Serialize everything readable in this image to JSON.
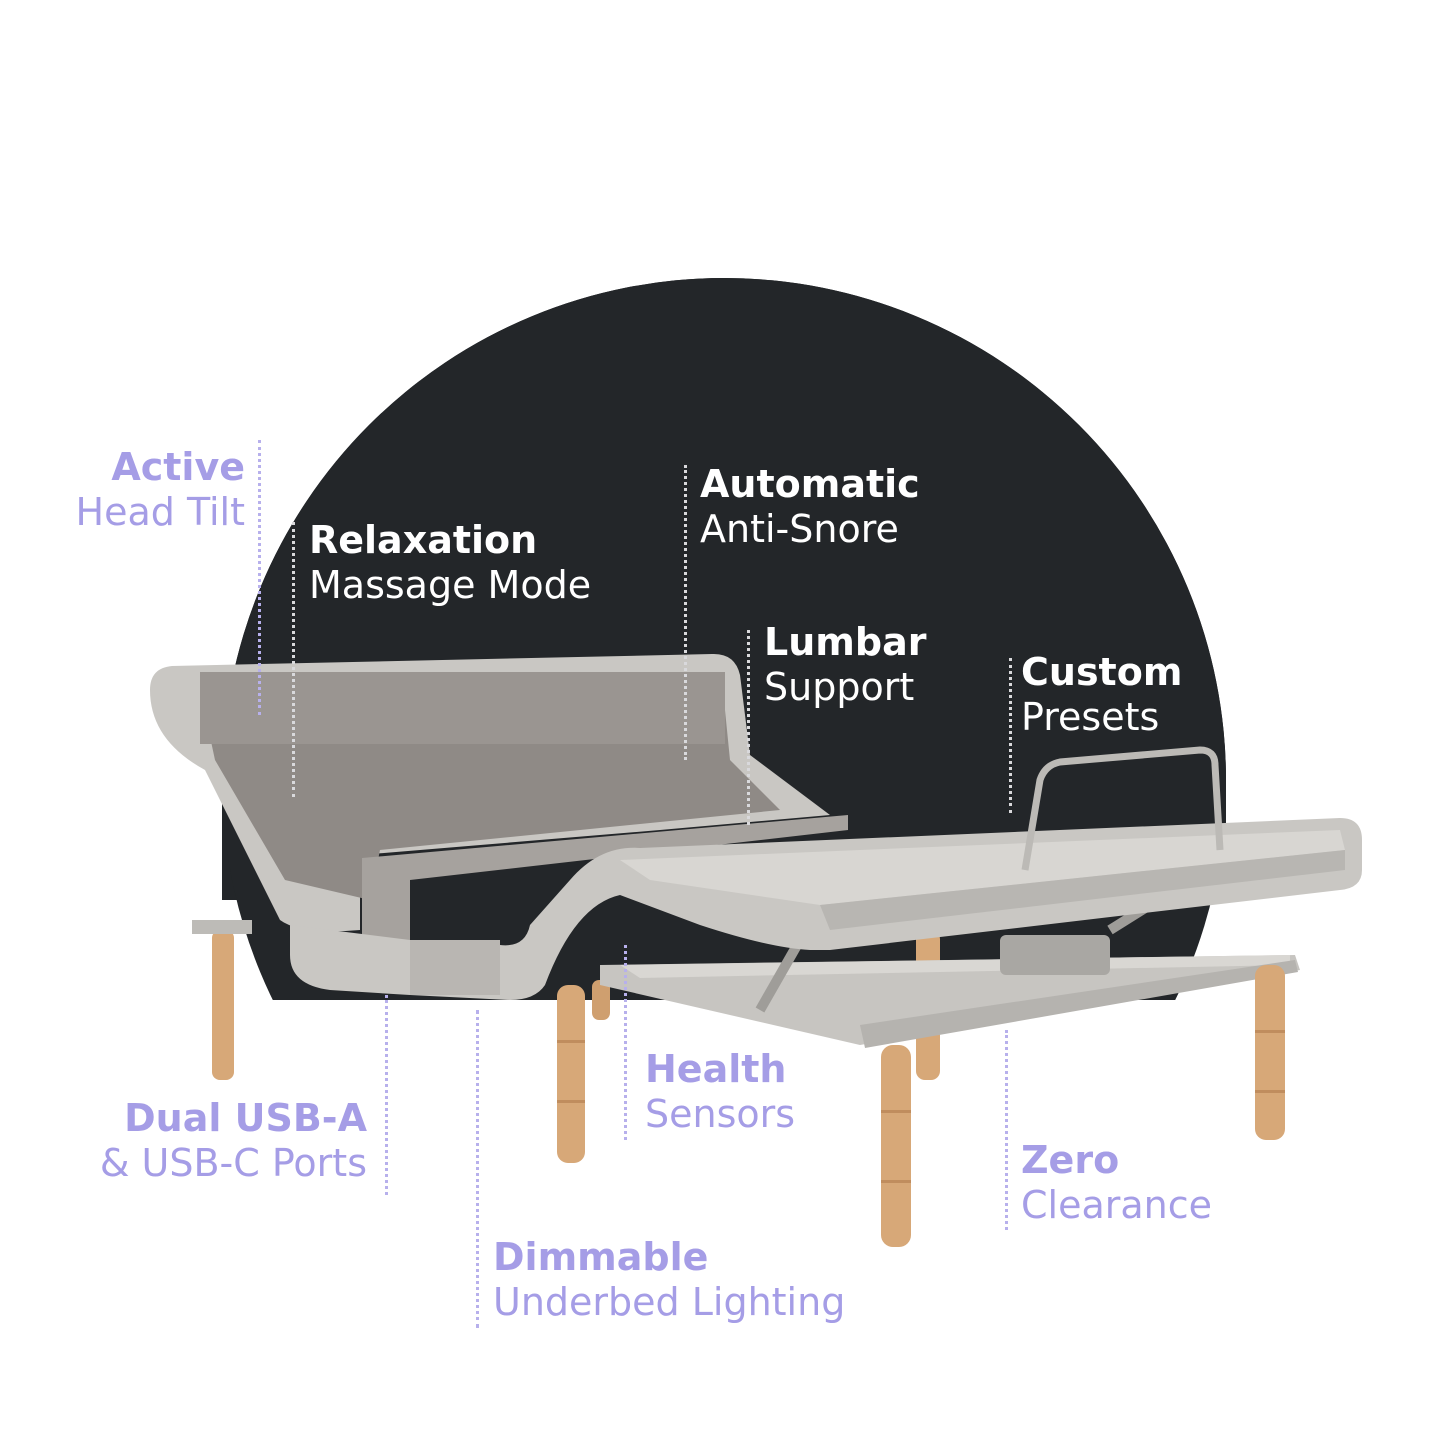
{
  "colors": {
    "background": "#ffffff",
    "circle": "#232629",
    "accent_purple": "#a59de6",
    "on_dark_text": "#ffffff",
    "fabric": "#c9c7c3",
    "fabric_dark": "#8f8a86",
    "frame_metal": "#bdbbb7",
    "wood_leg": "#d7a878"
  },
  "features": [
    {
      "title": "Active",
      "subtitle": "Head Tilt"
    },
    {
      "title": "Relaxation",
      "subtitle": "Massage Mode"
    },
    {
      "title": "Automatic",
      "subtitle": "Anti-Snore"
    },
    {
      "title": "Lumbar",
      "subtitle": "Support"
    },
    {
      "title": "Custom",
      "subtitle": "Presets"
    },
    {
      "title": "Health",
      "subtitle": "Sensors"
    },
    {
      "title": "Dual USB-A",
      "subtitle": "& USB-C Ports"
    },
    {
      "title": "Zero",
      "subtitle": "Clearance"
    },
    {
      "title": "Dimmable",
      "subtitle": "Underbed Lighting"
    }
  ]
}
